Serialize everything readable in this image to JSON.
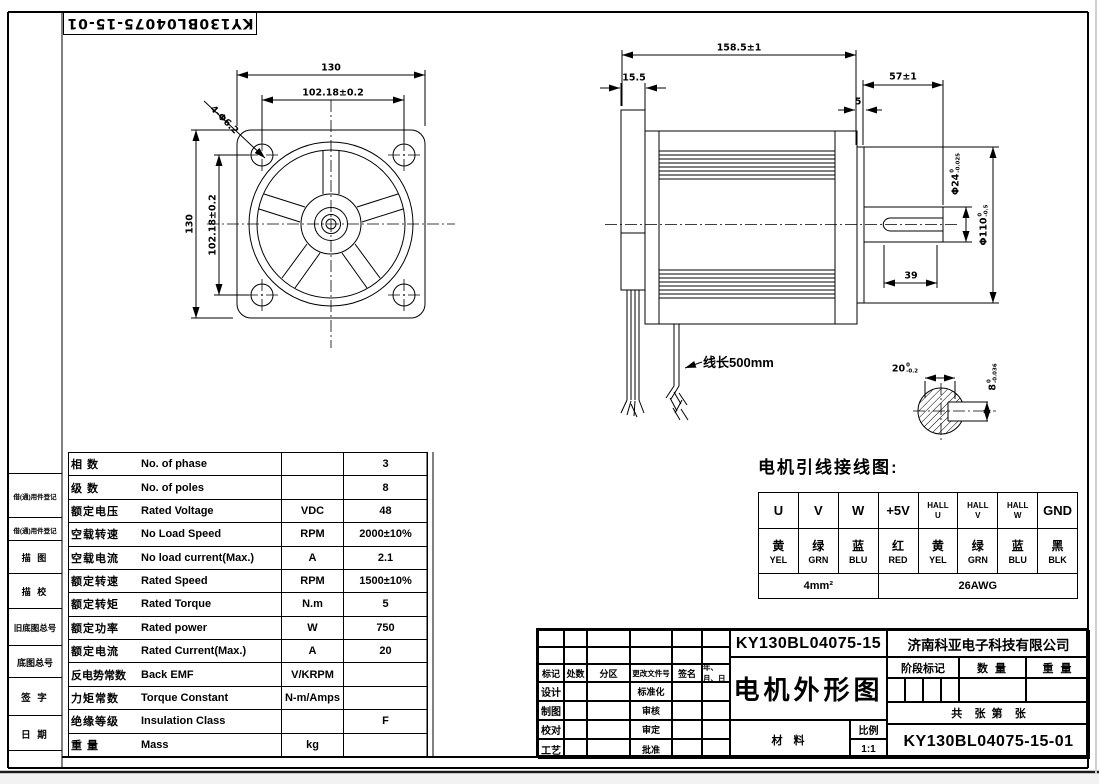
{
  "sheet": {
    "corner_stamp": "KY130BL04075-15-01",
    "margin_labels": {
      "borrow_record_1": "借(通)用件登记",
      "borrow_record_2": "借(通)用件登记",
      "tracing": "描 图",
      "trace_check": "描 校",
      "old_base_no": "旧底图总号",
      "base_no": "底图总号",
      "signature": "签 字",
      "date": "日 期"
    }
  },
  "front_view": {
    "dim_width": "130",
    "dim_hole_span_h": "102.18±0.2",
    "dim_height": "130",
    "dim_hole_span_v": "102.18±0.2",
    "hole_callout": "4-Φ6.2"
  },
  "side_view": {
    "dim_total_length": "158.5±1",
    "dim_rear_cap": "15.5",
    "dim_shaft_length": "57±1",
    "dim_spigot": "5",
    "shaft_dia": {
      "nominal": "Φ24",
      "tol_up": "0",
      "tol_dn": "-0.025"
    },
    "pilot_dia": {
      "nominal": "Φ110",
      "tol_up": "0",
      "tol_dn": "-0.5"
    },
    "dim_key_length": "39",
    "cable_note": "线长500mm"
  },
  "key_section": {
    "dim_across": {
      "nominal": "20",
      "tol_up": "0",
      "tol_dn": "-0.2"
    },
    "dim_key_width": {
      "nominal": "8",
      "tol_up": "0",
      "tol_dn": "-0.036"
    }
  },
  "wiring": {
    "title": "电机引线接线图:",
    "terminals": [
      {
        "main": "U"
      },
      {
        "main": "V"
      },
      {
        "main": "W"
      },
      {
        "main": "+5V"
      },
      {
        "top": "HALL",
        "sub": "U"
      },
      {
        "top": "HALL",
        "sub": "V"
      },
      {
        "top": "HALL",
        "sub": "W"
      },
      {
        "main": "GND"
      }
    ],
    "wires": [
      {
        "cn": "黄",
        "en": "YEL"
      },
      {
        "cn": "绿",
        "en": "GRN"
      },
      {
        "cn": "蓝",
        "en": "BLU"
      },
      {
        "cn": "红",
        "en": "RED"
      },
      {
        "cn": "黄",
        "en": "YEL"
      },
      {
        "cn": "绿",
        "en": "GRN"
      },
      {
        "cn": "蓝",
        "en": "BLU"
      },
      {
        "cn": "黑",
        "en": "BLK"
      }
    ],
    "gauge_left": "4mm²",
    "gauge_right": "26AWG"
  },
  "spec_table": {
    "rows": [
      {
        "cn": "相 数",
        "en": "No. of phase",
        "unit": "",
        "value": "3"
      },
      {
        "cn": "级 数",
        "en": "No. of poles",
        "unit": "",
        "value": "8"
      },
      {
        "cn": "额定电压",
        "en": "Rated Voltage",
        "unit": "VDC",
        "value": "48"
      },
      {
        "cn": "空载转速",
        "en": "No Load Speed",
        "unit": "RPM",
        "value": "2000±10%"
      },
      {
        "cn": "空载电流",
        "en": "No load current(Max.)",
        "unit": "A",
        "value": "2.1"
      },
      {
        "cn": "额定转速",
        "en": "Rated Speed",
        "unit": "RPM",
        "value": "1500±10%"
      },
      {
        "cn": "额定转矩",
        "en": "Rated Torque",
        "unit": "N.m",
        "value": "5"
      },
      {
        "cn": "额定功率",
        "en": "Rated power",
        "unit": "W",
        "value": "750"
      },
      {
        "cn": "额定电流",
        "en": "Rated Current(Max.)",
        "unit": "A",
        "value": "20"
      },
      {
        "cn": "反电势常数",
        "en": "Back EMF",
        "unit": "V/KRPM",
        "value": ""
      },
      {
        "cn": "力矩常数",
        "en": "Torque Constant",
        "unit": "N-m/Amps",
        "value": ""
      },
      {
        "cn": "绝缘等级",
        "en": "Insulation Class",
        "unit": "",
        "value": "F"
      },
      {
        "cn": "重 量",
        "en": "Mass",
        "unit": "kg",
        "value": ""
      }
    ]
  },
  "title_block": {
    "doc_no": "KY130BL04075-15",
    "company": "济南科亚电子科技有限公司",
    "stage_label": "阶段标记",
    "qty_label": "数 量",
    "weight_label": "重 量",
    "sheet_note": "共    张  第    张",
    "drawing_title": "电机外形图",
    "material_label": "材  料",
    "scale_label": "比例",
    "scale_value": "1:1",
    "drawing_no": "KY130BL04075-15-01",
    "rev_header": [
      "标记",
      "处数",
      "分区",
      "更改文件号",
      "签名",
      "年、月、日"
    ],
    "roles_left": [
      "设计",
      "制图",
      "校对",
      "工艺"
    ],
    "roles_right": [
      "标准化",
      "审核",
      "审定",
      "批准"
    ]
  }
}
